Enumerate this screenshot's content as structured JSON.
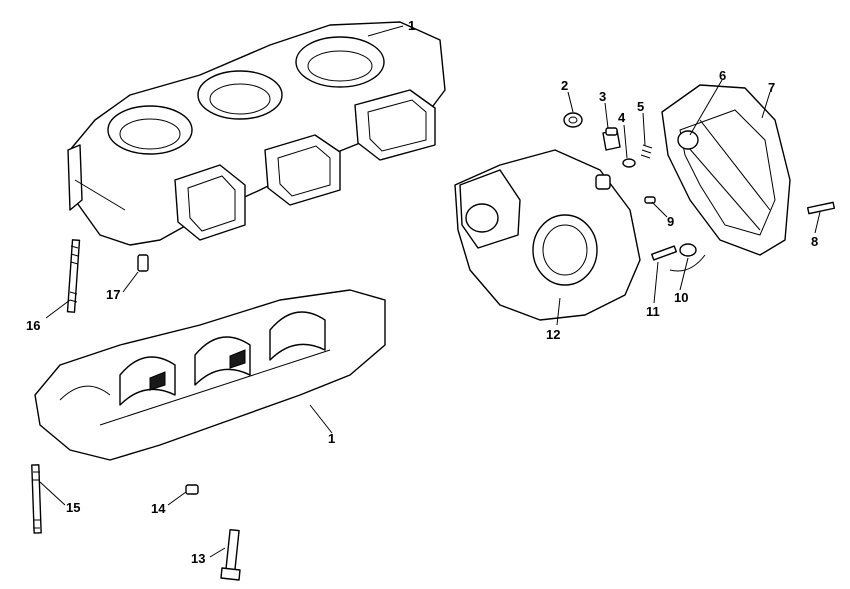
{
  "callouts": [
    {
      "id": "c1a",
      "label": "1"
    },
    {
      "id": "c1b",
      "label": "1"
    },
    {
      "id": "c2",
      "label": "2"
    },
    {
      "id": "c3",
      "label": "3"
    },
    {
      "id": "c4",
      "label": "4"
    },
    {
      "id": "c5",
      "label": "5"
    },
    {
      "id": "c6",
      "label": "6"
    },
    {
      "id": "c7",
      "label": "7"
    },
    {
      "id": "c8",
      "label": "8"
    },
    {
      "id": "c9",
      "label": "9"
    },
    {
      "id": "c10",
      "label": "10"
    },
    {
      "id": "c11",
      "label": "11"
    },
    {
      "id": "c12",
      "label": "12"
    },
    {
      "id": "c13",
      "label": "13"
    },
    {
      "id": "c14",
      "label": "14"
    },
    {
      "id": "c15",
      "label": "15"
    },
    {
      "id": "c16",
      "label": "16"
    },
    {
      "id": "c17",
      "label": "17"
    }
  ]
}
